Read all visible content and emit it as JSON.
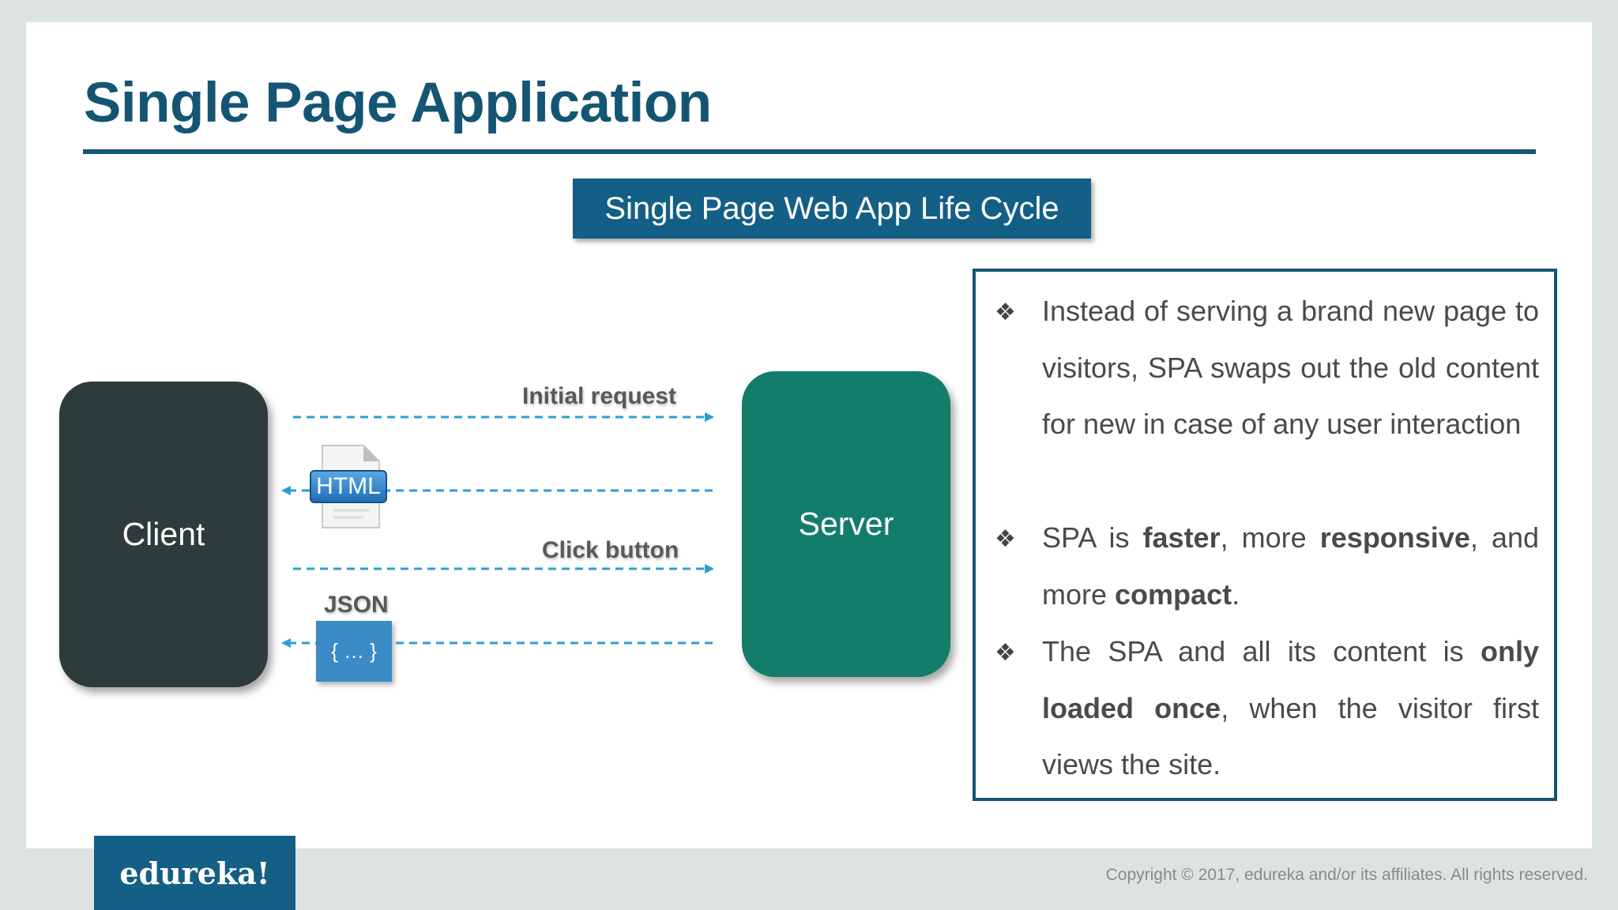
{
  "title": "Single Page Application",
  "subtitle": "Single Page Web App Life Cycle",
  "diagram": {
    "client_label": "Client",
    "server_label": "Server",
    "arrows": [
      {
        "label": "Initial request",
        "direction": "client-to-server"
      },
      {
        "label": "",
        "direction": "server-to-client",
        "payload": "HTML"
      },
      {
        "label": "Click button",
        "direction": "client-to-server"
      },
      {
        "label": "",
        "direction": "server-to-client",
        "payload": "JSON"
      }
    ],
    "html_badge": "HTML",
    "json_label": "JSON",
    "json_content": "{ … }"
  },
  "bullet_symbol": "❖",
  "bullets": [
    [
      {
        "t": "Instead of serving a brand new page to visitors, SPA swaps out the old content for new in case of any user interaction",
        "b": false
      }
    ],
    [
      {
        "t": "SPA is ",
        "b": false
      },
      {
        "t": "faster",
        "b": true
      },
      {
        "t": ", more ",
        "b": false
      },
      {
        "t": "responsive",
        "b": true
      },
      {
        "t": ", and more ",
        "b": false
      },
      {
        "t": "compact",
        "b": true
      },
      {
        "t": ".",
        "b": false
      }
    ],
    [
      {
        "t": "The SPA and all its content is ",
        "b": false
      },
      {
        "t": "only loaded once",
        "b": true
      },
      {
        "t": ", when the visitor first views the site.",
        "b": false
      }
    ]
  ],
  "footer": {
    "logo": "edureka!",
    "copyright": "Copyright © 2017, edureka and/or its affiliates. All rights reserved."
  },
  "colors": {
    "title": "#155574",
    "client": "#2d3c3b",
    "server": "#137d6c",
    "arrow": "#2a9fd6"
  }
}
